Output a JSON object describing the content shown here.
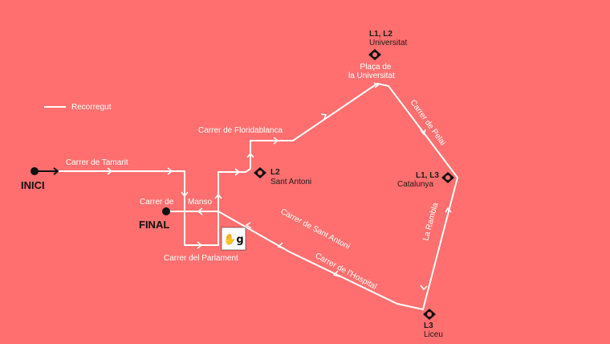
{
  "legend": {
    "route_label": "Recorregut"
  },
  "points": {
    "start": "INICI",
    "end": "FINAL"
  },
  "streets": {
    "tamarit": "Carrer de Tamarit",
    "manso_1": "Carrer de",
    "manso_2": "Manso",
    "parlament": "Carrer del Parlament",
    "sant_antoni": "Carrer de Sant Antoni",
    "floridablanca": "Carrer de Floridablanca",
    "placa_1": "Plaça de",
    "placa_2": "la Universitat",
    "pelai": "Carrer de Pelai",
    "rambla": "La Rambla",
    "hospital": "Carrer de l'Hospital"
  },
  "stations": [
    {
      "lines": "L1, L2",
      "name": "Universitat"
    },
    {
      "lines": "L2",
      "name": "Sant Antoni"
    },
    {
      "lines": "L1, L3",
      "name": "Catalunya"
    },
    {
      "lines": "L3",
      "name": "Liceu"
    }
  ],
  "icons": {
    "metro": "metro-icon",
    "accessibility": "sign-language-icon"
  },
  "colors": {
    "background": "#FF6F6F",
    "route": "#FFFFFF"
  }
}
